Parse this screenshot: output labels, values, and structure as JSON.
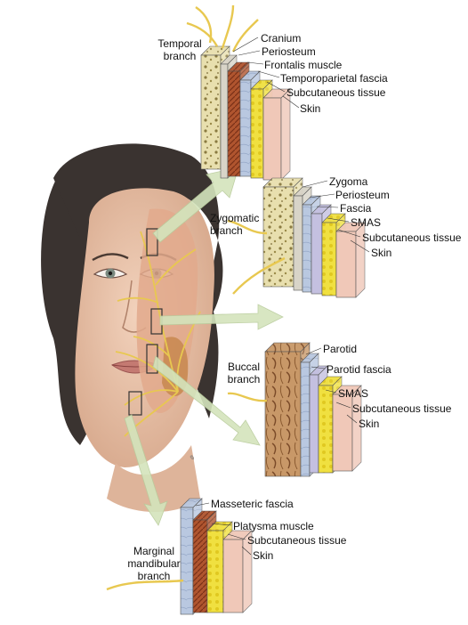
{
  "blocks": [
    {
      "id": "temporal",
      "branch_lines": [
        "Temporal",
        "branch"
      ],
      "layers": [
        "Cranium",
        "Periosteum",
        "Frontalis muscle",
        "Temporoparietal fascia",
        "Subcutaneous tissue",
        "Skin"
      ]
    },
    {
      "id": "zygomatic",
      "branch_lines": [
        "Zygomatic",
        "branch"
      ],
      "layers": [
        "Zygoma",
        "Periosteum",
        "Fascia",
        "SMAS",
        "Subcutaneous tissue",
        "Skin"
      ]
    },
    {
      "id": "buccal",
      "branch_lines": [
        "Buccal",
        "branch"
      ],
      "layers": [
        "Parotid",
        "Parotid fascia",
        "SMAS",
        "Subcutaneous tissue",
        "Skin"
      ]
    },
    {
      "id": "marginal",
      "branch_lines": [
        "Marginal",
        "mandibular",
        "branch"
      ],
      "layers": [
        "Masseteric fascia",
        "Platysma muscle",
        "Subcutaneous tissue",
        "Skin"
      ]
    }
  ],
  "colors": {
    "bone": "#e8dfae",
    "periosteum": "#d8d4c8",
    "muscle": "#b0552f",
    "fascia": "#b9c8e0",
    "smas": "#c4c0e0",
    "subcutaneous": "#f0e040",
    "skin": "#f0c8b8",
    "nerve": "#e8c850",
    "parotid": "#c89868",
    "arrow": "#d4e4bc",
    "hair": "#3a3330",
    "face_skin": "#e8c4aa"
  }
}
